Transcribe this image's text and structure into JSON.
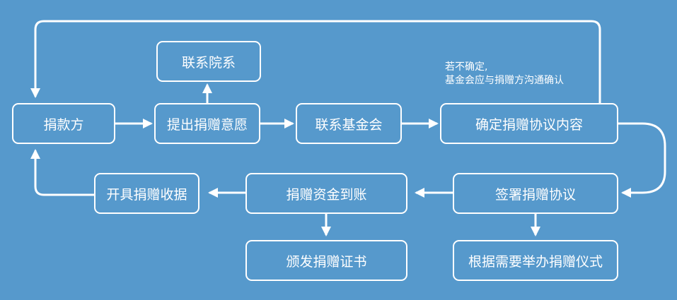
{
  "steps": {
    "donor": "捐款方",
    "contact_college": "联系院系",
    "intent": "提出捐赠意愿",
    "contact_foundation": "联系基金会",
    "confirm_agreement": "确定捐赠协议内容",
    "sign_agreement": "签署捐赠协议",
    "funds_arrive": "捐赠资金到账",
    "issue_receipt": "开具捐赠收据",
    "issue_certificate": "颁发捐赠证书",
    "ceremony": "根据需要举办捐赠仪式"
  },
  "note": {
    "line1": "若不确定,",
    "line2": "基金会应与捐赠方沟通确认"
  },
  "colors": {
    "background": "#5699cc",
    "stroke": "#ffffff"
  }
}
